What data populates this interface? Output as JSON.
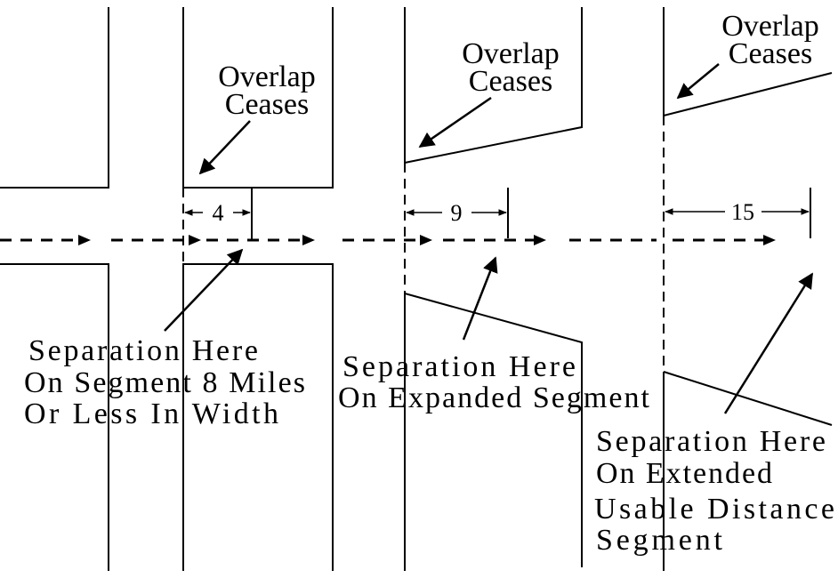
{
  "diagram": {
    "labels": {
      "overlap_ceases_line1": "Overlap",
      "overlap_ceases_line2": "Ceases",
      "dim_4": "4",
      "dim_9": "9",
      "dim_15": "15",
      "sep_narrow": [
        "Separation Here",
        "On Segment 8 Miles",
        "Or Less In Width"
      ],
      "sep_expanded": [
        "Separation Here",
        "On Expanded Segment"
      ],
      "sep_extended": [
        "Separation Here",
        "On Extended",
        "Usable Distance",
        "Segment"
      ]
    },
    "colors": {
      "ink": "#000000",
      "background": "#ffffff"
    }
  }
}
